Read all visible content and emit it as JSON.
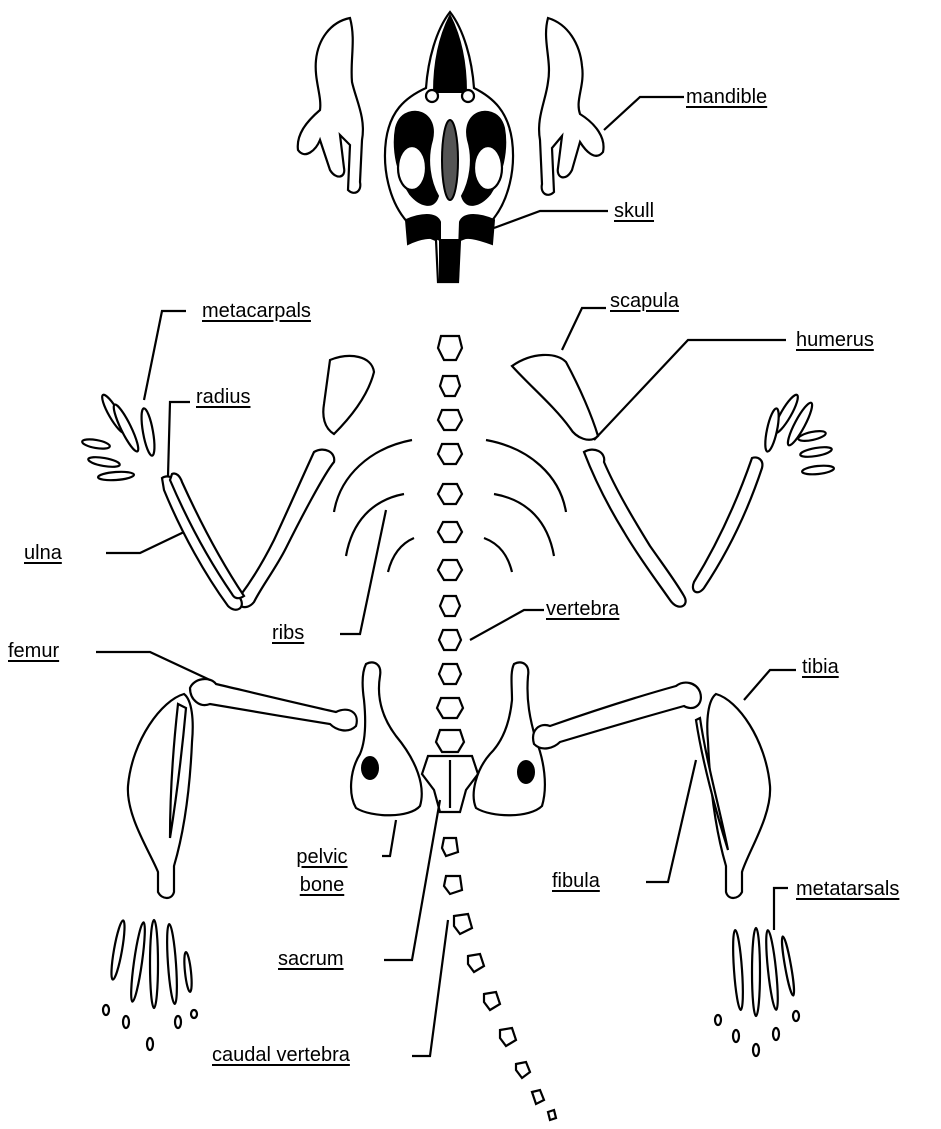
{
  "labels": {
    "mandible": "mandible",
    "skull": "skull",
    "metacarpals": "metacarpals",
    "scapula": "scapula",
    "humerus": "humerus",
    "radius": "radius",
    "ulna": "ulna",
    "ribs": "ribs",
    "vertebra": "vertebra",
    "femur": "femur",
    "tibia": "tibia",
    "pelvic_bone_line1": "pelvic",
    "pelvic_bone_line2": "bone",
    "fibula": "fibula",
    "metatarsals": "metatarsals",
    "sacrum": "sacrum",
    "caudal_vertebra": "caudal vertebra"
  }
}
